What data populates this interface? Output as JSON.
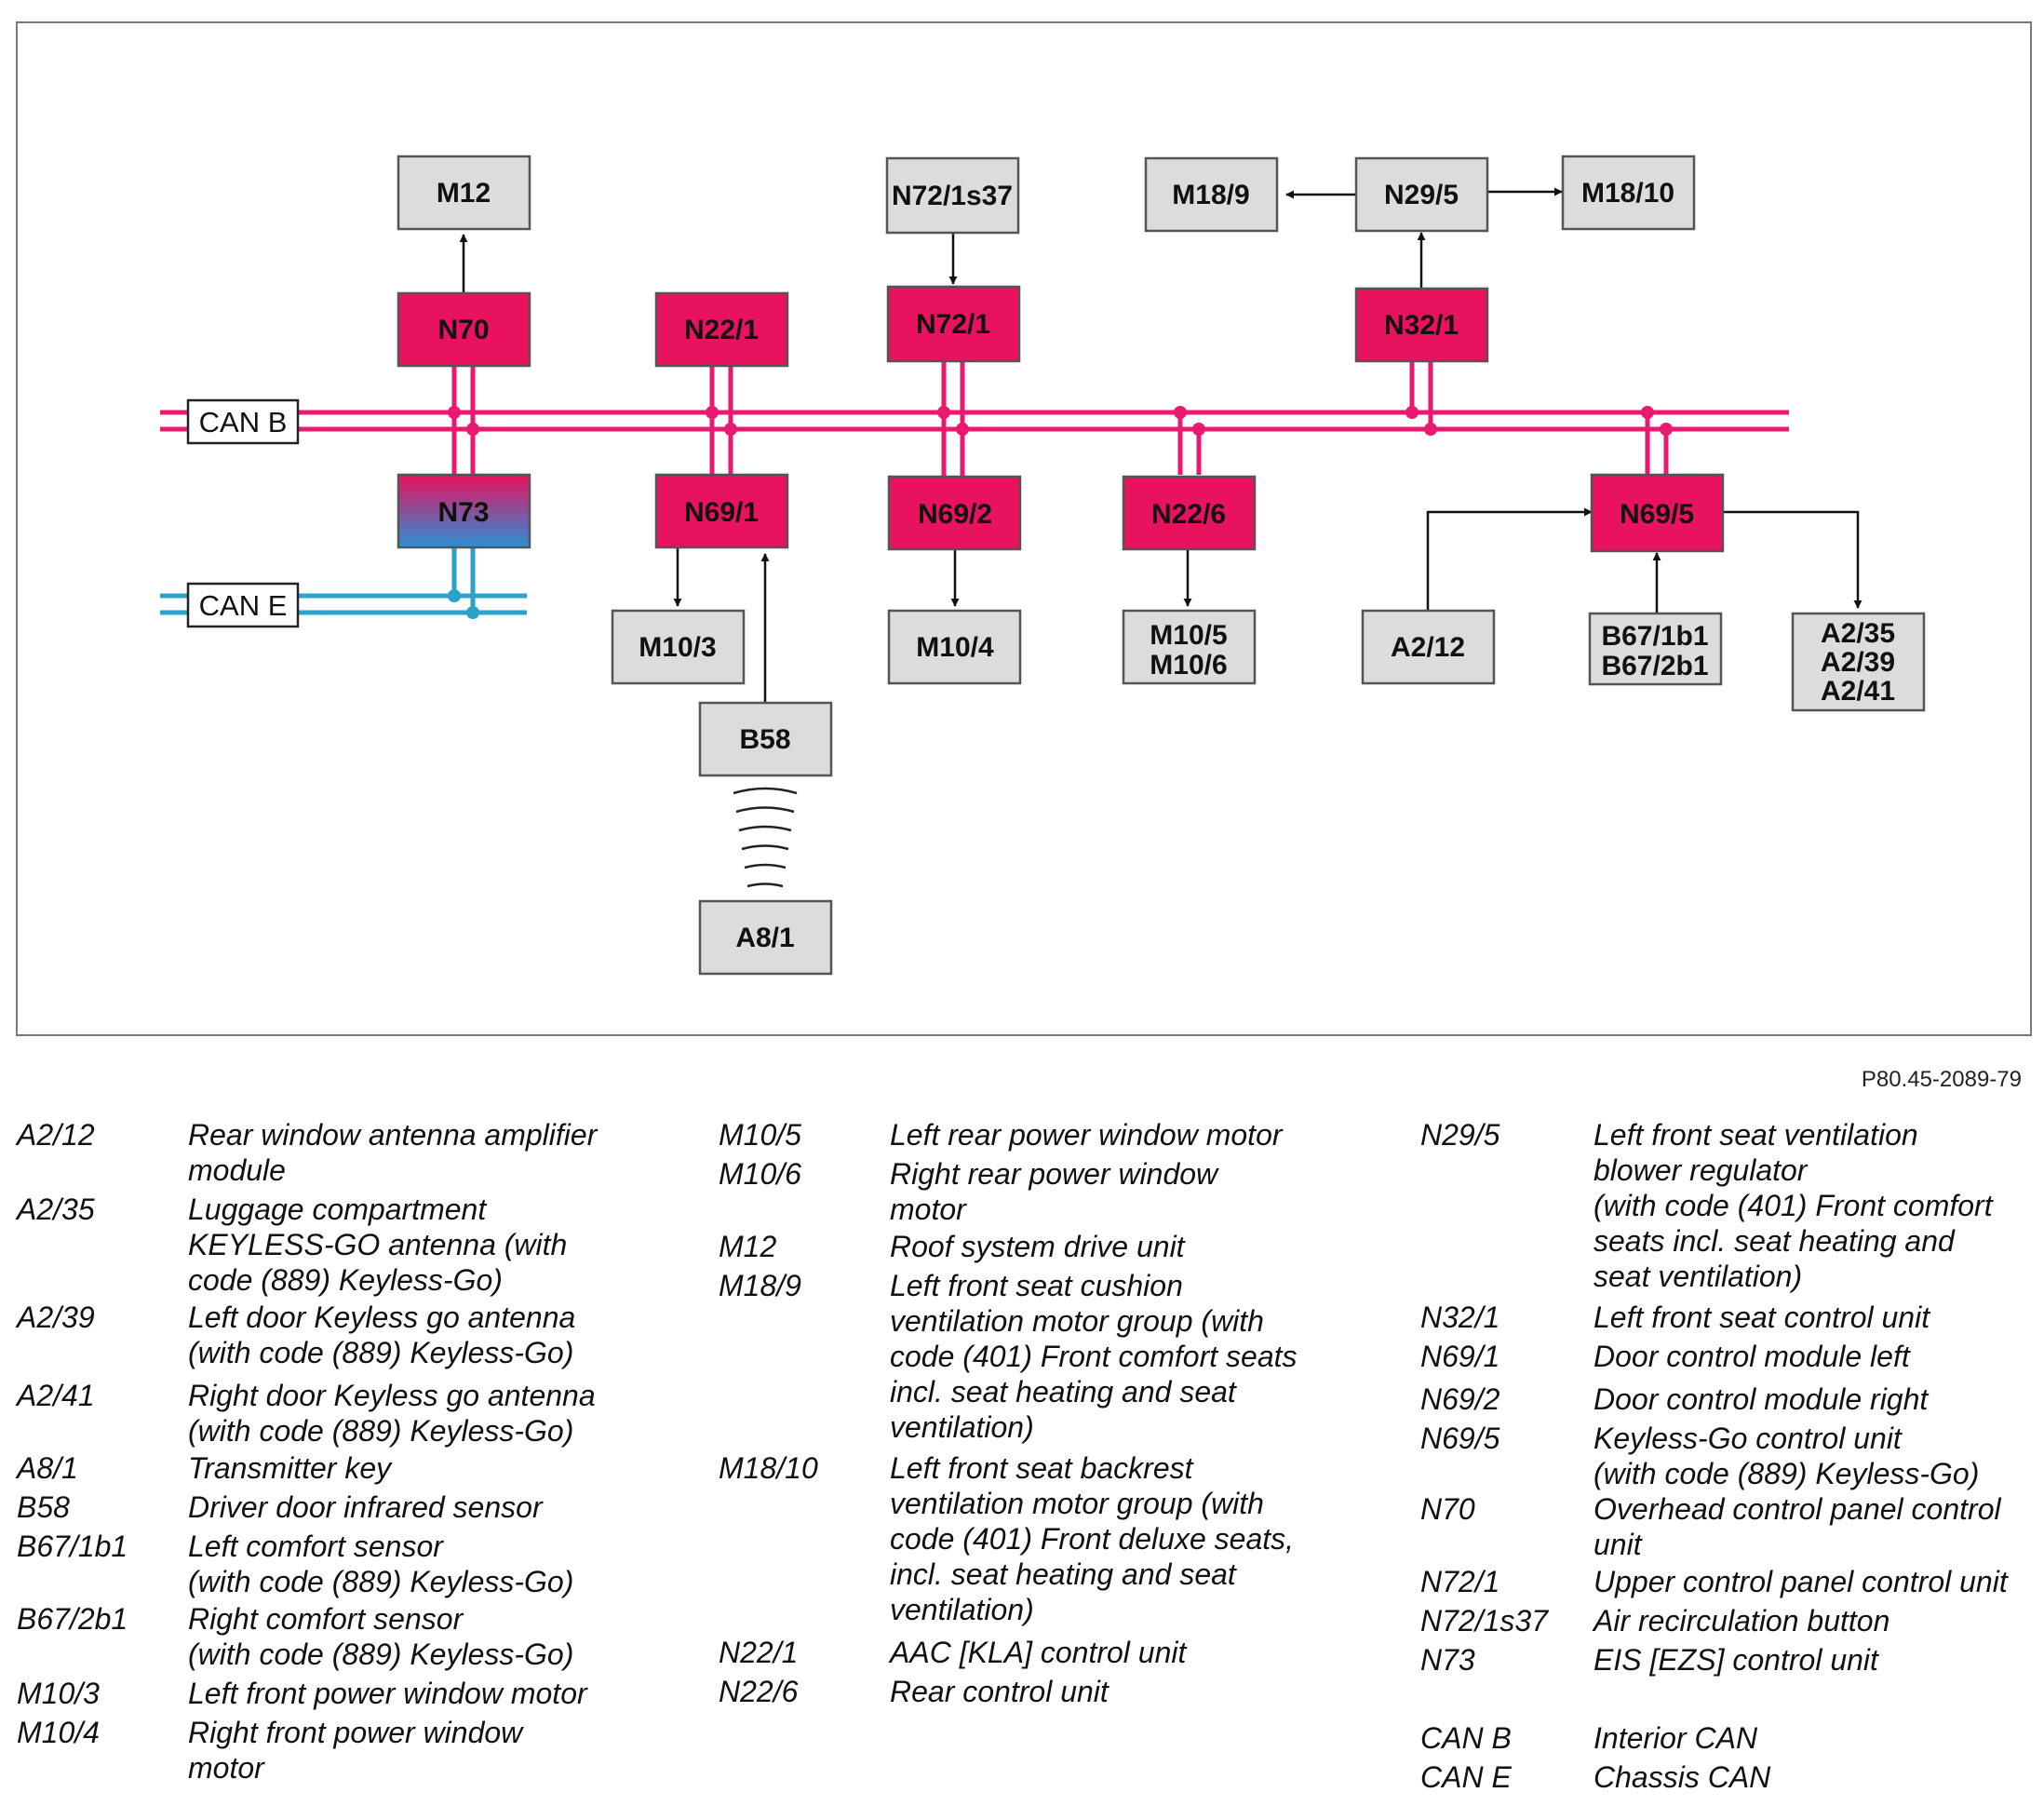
{
  "bus": {
    "can_b": "CAN B",
    "can_e": "CAN E"
  },
  "colors": {
    "can_b_line": "#e8196e",
    "can_e_line": "#2ba3c8",
    "control_unit_fill": "#e8125e",
    "component_fill": "#dcdcdc",
    "ezs_gradient_top": "#e8125e",
    "ezs_gradient_bottom": "#2a8fd6"
  },
  "nodes": {
    "m12": "M12",
    "n70": "N70",
    "n73": "N73",
    "n22_1": "N22/1",
    "n69_1": "N69/1",
    "m10_3": "M10/3",
    "b58": "B58",
    "a8_1": "A8/1",
    "n72_1s37": "N72/1s37",
    "n72_1": "N72/1",
    "n69_2": "N69/2",
    "m10_4": "M10/4",
    "n22_6": "N22/6",
    "m10_5_6": [
      "M10/5",
      "M10/6"
    ],
    "m18_9": "M18/9",
    "n29_5": "N29/5",
    "m18_10": "M18/10",
    "n32_1": "N32/1",
    "n69_5": "N69/5",
    "a2_12": "A2/12",
    "b67": [
      "B67/1b1",
      "B67/2b1"
    ],
    "a2_antennas": [
      "A2/35",
      "A2/39",
      "A2/41"
    ]
  },
  "reference": "P80.45-2089-79",
  "legend": {
    "col1": [
      {
        "code": "A2/12",
        "desc": "Rear window antenna amplifier\nmodule"
      },
      {
        "code": "A2/35",
        "desc": "Luggage compartment\nKEYLESS-GO antenna (with\ncode (889) Keyless-Go)"
      },
      {
        "code": "A2/39",
        "desc": "Left door Keyless go antenna\n(with code (889) Keyless-Go)"
      },
      {
        "code": "A2/41",
        "desc": "Right door Keyless go antenna\n(with code (889) Keyless-Go)"
      },
      {
        "code": "A8/1",
        "desc": "Transmitter key"
      },
      {
        "code": "B58",
        "desc": "Driver door infrared sensor"
      },
      {
        "code": "B67/1b1",
        "desc": "Left comfort sensor\n(with code (889) Keyless-Go)"
      },
      {
        "code": "B67/2b1",
        "desc": "Right comfort sensor\n(with code (889) Keyless-Go)"
      },
      {
        "code": "M10/3",
        "desc": "Left front power window motor"
      },
      {
        "code": "M10/4",
        "desc": "Right front power window\nmotor"
      }
    ],
    "col2": [
      {
        "code": "M10/5",
        "desc": "Left rear power window motor"
      },
      {
        "code": "M10/6",
        "desc": "Right rear power window\nmotor"
      },
      {
        "code": "M12",
        "desc": "Roof system drive unit"
      },
      {
        "code": "M18/9",
        "desc": "Left front seat cushion\nventilation motor group (with\ncode (401) Front comfort seats\nincl. seat heating and seat\nventilation)"
      },
      {
        "code": "M18/10",
        "desc": "Left front seat backrest\nventilation motor group (with\ncode (401) Front deluxe seats,\nincl. seat heating and seat\nventilation)"
      },
      {
        "code": "N22/1",
        "desc": "AAC [KLA] control unit"
      },
      {
        "code": "N22/6",
        "desc": "Rear control unit"
      }
    ],
    "col3": [
      {
        "code": "N29/5",
        "desc": "Left front seat ventilation\nblower regulator\n(with code (401) Front comfort\nseats incl. seat heating and\nseat ventilation)"
      },
      {
        "code": "N32/1",
        "desc": "Left front seat control unit"
      },
      {
        "code": "N69/1",
        "desc": "Door control module left"
      },
      {
        "code": "N69/2",
        "desc": "Door control module right"
      },
      {
        "code": "N69/5",
        "desc": "Keyless-Go control unit\n(with code (889) Keyless-Go)"
      },
      {
        "code": "N70",
        "desc": "Overhead control panel control\nunit"
      },
      {
        "code": "N72/1",
        "desc": "Upper control panel control unit"
      },
      {
        "code": "N72/1s37",
        "desc": "Air recirculation button"
      },
      {
        "code": "N73",
        "desc": "EIS [EZS] control unit"
      },
      {
        "code": "CAN B",
        "desc": "Interior CAN"
      },
      {
        "code": "CAN E",
        "desc": "Chassis CAN"
      }
    ]
  }
}
